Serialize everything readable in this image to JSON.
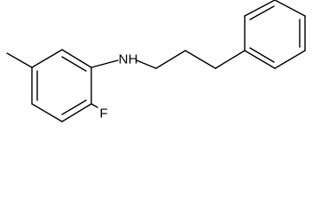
{
  "atoms": {
    "nitrogen": "N",
    "hydrogen": "H",
    "fluorine": "F"
  },
  "colors": {
    "bond": "#000000",
    "background": "#ffffff"
  }
}
